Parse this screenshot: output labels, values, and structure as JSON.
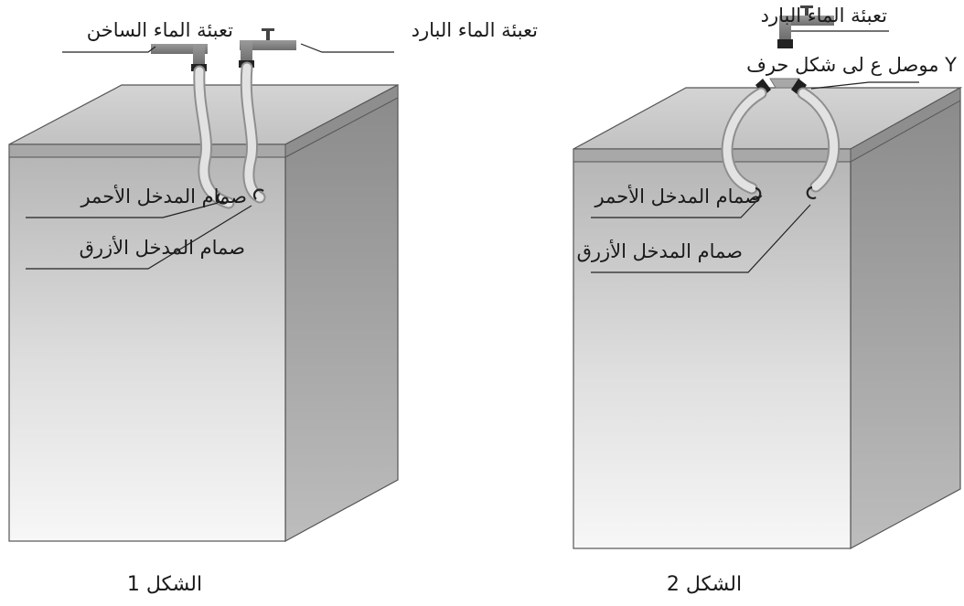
{
  "figure1": {
    "caption": "الشكل 1",
    "hot_tap_label": "تعبئة الماء الساخن",
    "cold_tap_label": "تعبئة الماء البارد",
    "red_valve_label": "صمام المدخل الأحمر",
    "blue_valve_label": "صمام المدخل الأزرق"
  },
  "figure2": {
    "caption": "الشكل 2",
    "cold_tap_label": "تعبئة الماء البارد",
    "y_branch_label": "موصل ع لى شكل حرف Y",
    "red_valve_label": "صمام المدخل الأحمر",
    "blue_valve_label": "صمام المدخل الأزرق"
  }
}
